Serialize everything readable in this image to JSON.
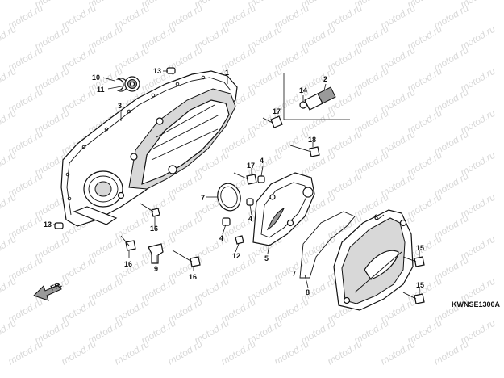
{
  "watermark": "motod.ru",
  "diagram_code": "KWNSE1300A",
  "direction_label": "FR.",
  "callouts": [
    "1",
    "2",
    "3",
    "4",
    "4",
    "4",
    "5",
    "6",
    "7",
    "8",
    "9",
    "10",
    "11",
    "12",
    "13",
    "13",
    "14",
    "15",
    "15",
    "16",
    "16",
    "16",
    "17",
    "17",
    "18"
  ]
}
